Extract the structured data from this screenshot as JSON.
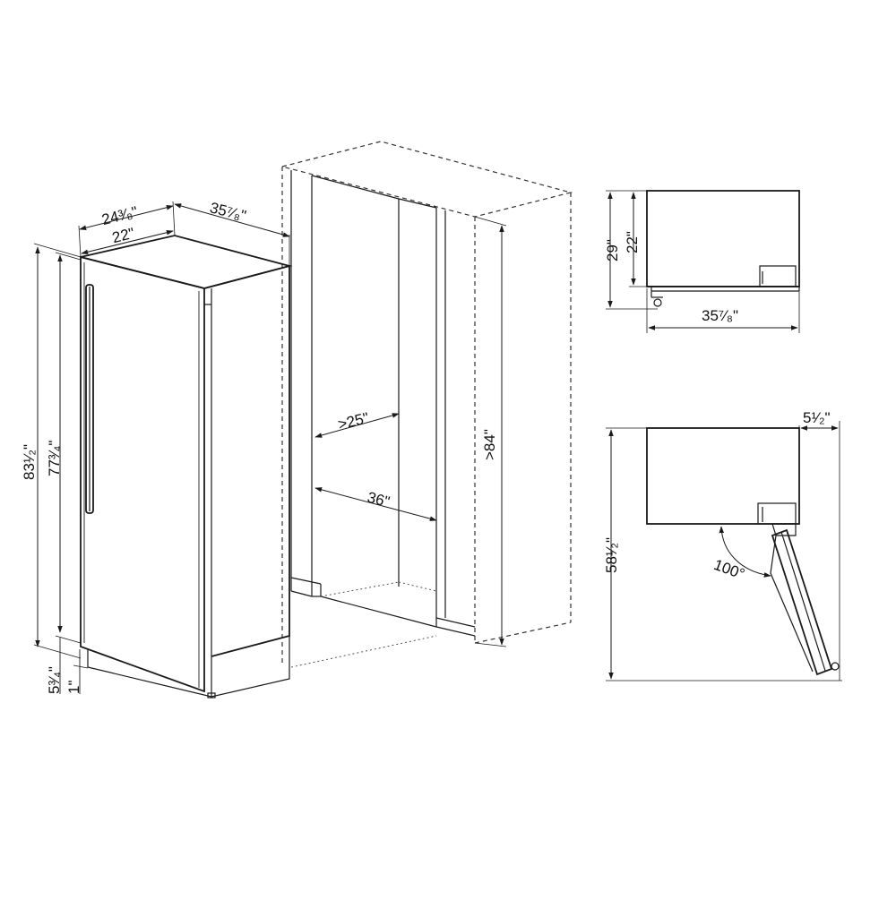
{
  "dimensions": {
    "top_depth": "24³⁄₈\"",
    "top_width": "22\"",
    "opening_depth": "35⁷⁄₈\"",
    "total_height": "83¹⁄₂\"",
    "cabinet_height": "77³⁄₄\"",
    "base_height": "5³⁄₄\"",
    "foot_height": "1\"",
    "niche_depth": ">25\"",
    "niche_width": "36\"",
    "niche_height": ">84\"",
    "side_total_height": "29\"",
    "side_body_height": "22\"",
    "side_depth": "35⁷⁄₈\"",
    "door_offset": "5¹⁄₂\"",
    "door_clearance": "58¹⁄₂\"",
    "door_angle": "100°"
  }
}
